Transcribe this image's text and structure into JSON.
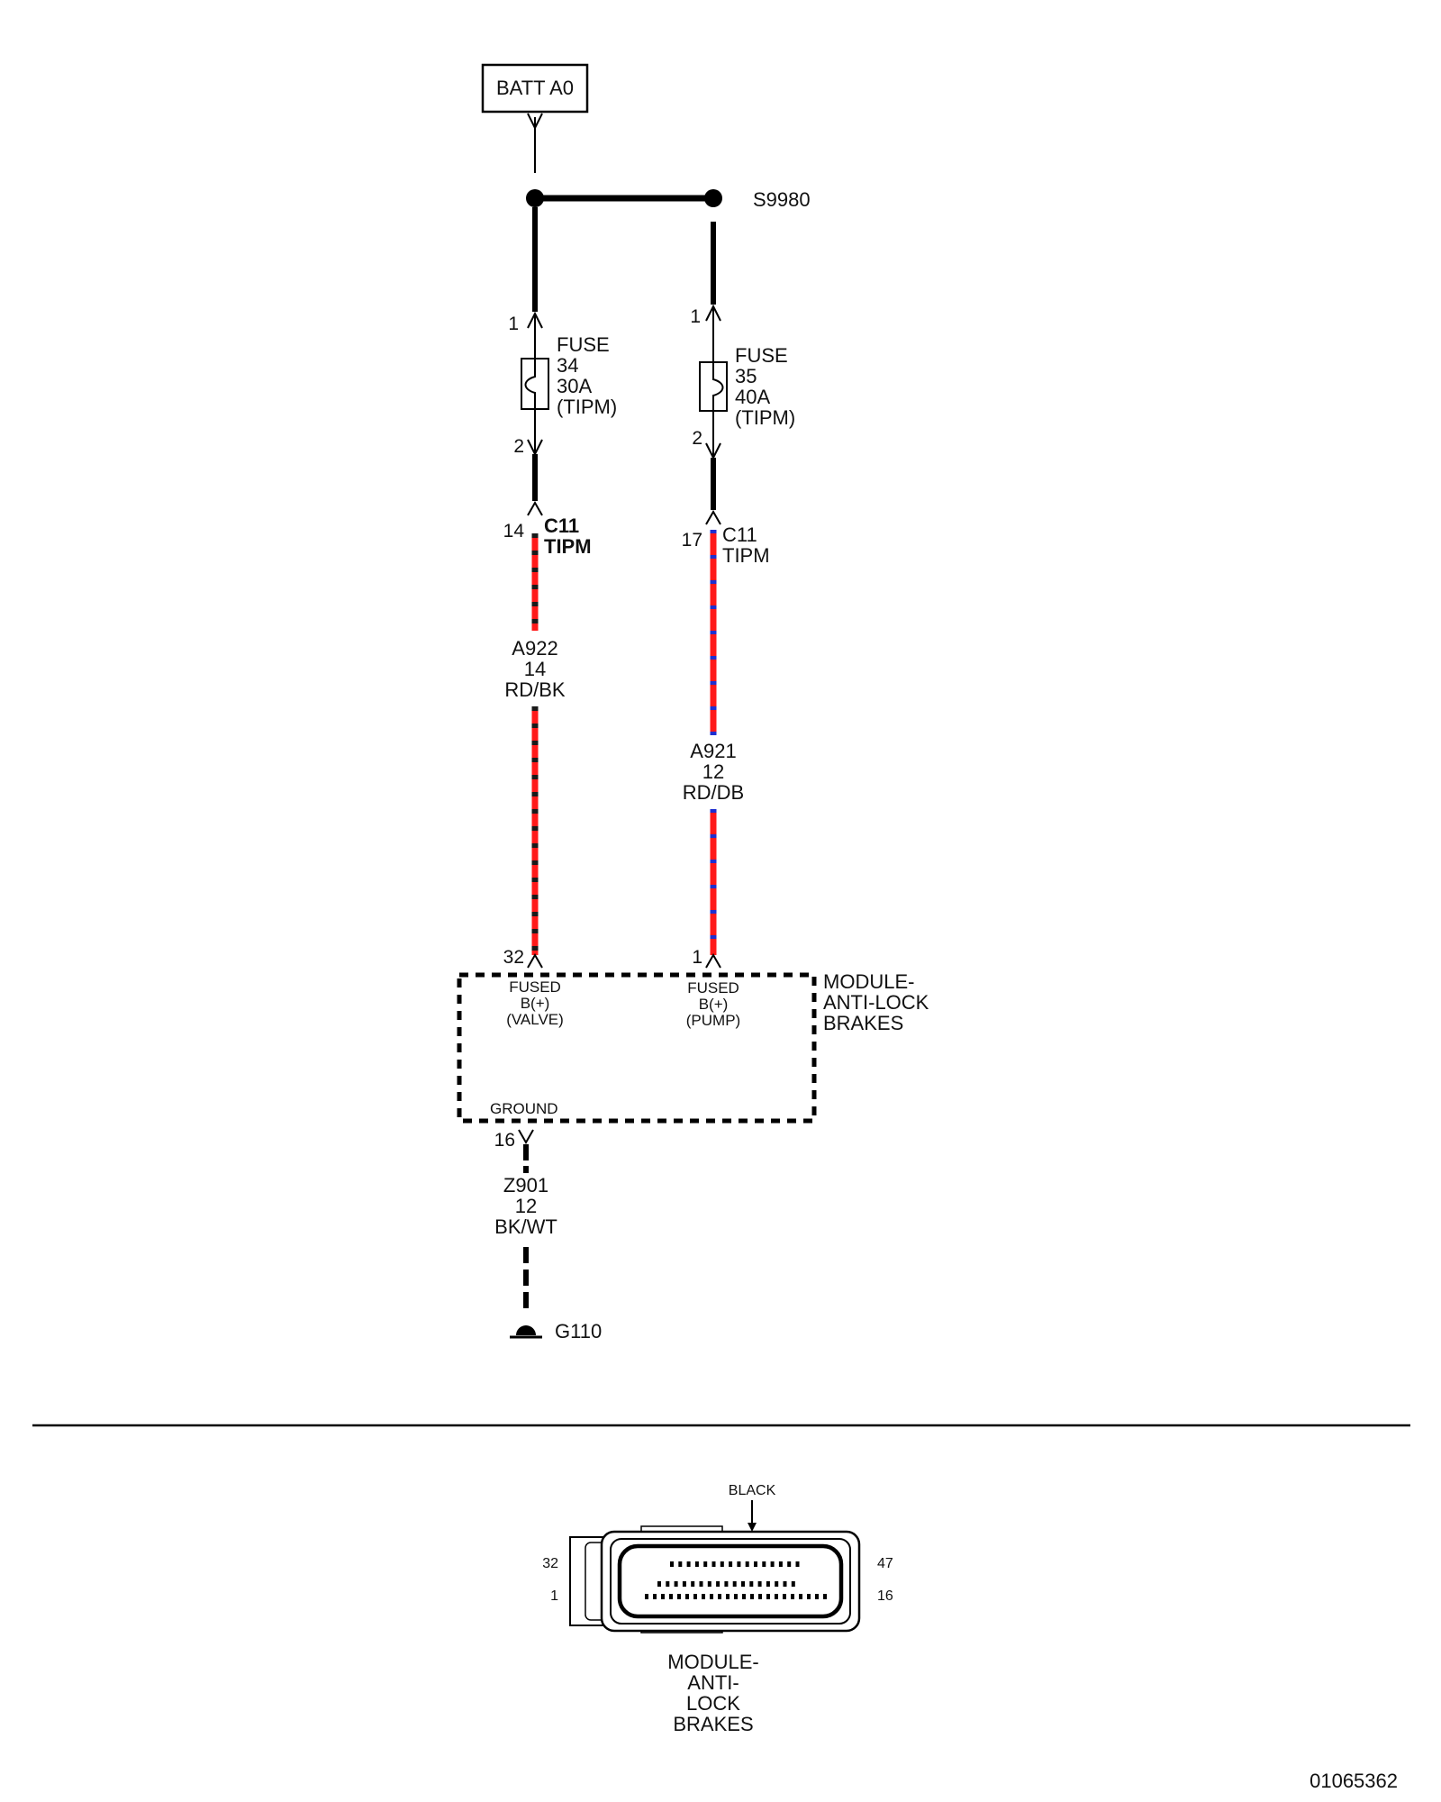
{
  "battery": {
    "label": "BATT A0"
  },
  "splice": {
    "label": "S9980"
  },
  "fuse_34": {
    "title": "FUSE",
    "number": "34",
    "rating": "30A",
    "location": "(TIPM)",
    "pin_in": "1",
    "pin_out": "2"
  },
  "fuse_35": {
    "title": "FUSE",
    "number": "35",
    "rating": "40A",
    "location": "(TIPM)",
    "pin_in": "1",
    "pin_out": "2"
  },
  "connector_left": {
    "pin": "14",
    "name": "C11",
    "location": "TIPM"
  },
  "connector_right": {
    "pin": "17",
    "name": "C11",
    "location": "TIPM"
  },
  "wire_a922": {
    "circuit": "A922",
    "gauge": "14",
    "color": "RD/BK",
    "base_color": "#ff1a1a",
    "stripe_color": "#1a1a1a"
  },
  "wire_a921": {
    "circuit": "A921",
    "gauge": "12",
    "color": "RD/DB",
    "base_color": "#ff1a1a",
    "stripe_color": "#1f2fd0"
  },
  "module": {
    "name_line1": "MODULE-",
    "name_line2": "ANTI-LOCK",
    "name_line3": "BRAKES",
    "pin_valve": "32",
    "pin_valve_l1": "FUSED",
    "pin_valve_l2": "B(+)",
    "pin_valve_l3": "(VALVE)",
    "pin_pump": "1",
    "pin_pump_l1": "FUSED",
    "pin_pump_l2": "B(+)",
    "pin_pump_l3": "(PUMP)",
    "ground_label": "GROUND",
    "ground_pin": "16"
  },
  "wire_z901": {
    "circuit": "Z901",
    "gauge": "12",
    "color": "BK/WT"
  },
  "ground": {
    "label": "G110"
  },
  "connector_view": {
    "color_label": "BLACK",
    "pin_top_left": "32",
    "pin_bottom_left": "1",
    "pin_top_right": "47",
    "pin_bottom_right": "16",
    "caption_line1": "MODULE-",
    "caption_line2": "ANTI-",
    "caption_line3": "LOCK",
    "caption_line4": "BRAKES"
  },
  "footer": {
    "doc_id": "01065362"
  }
}
